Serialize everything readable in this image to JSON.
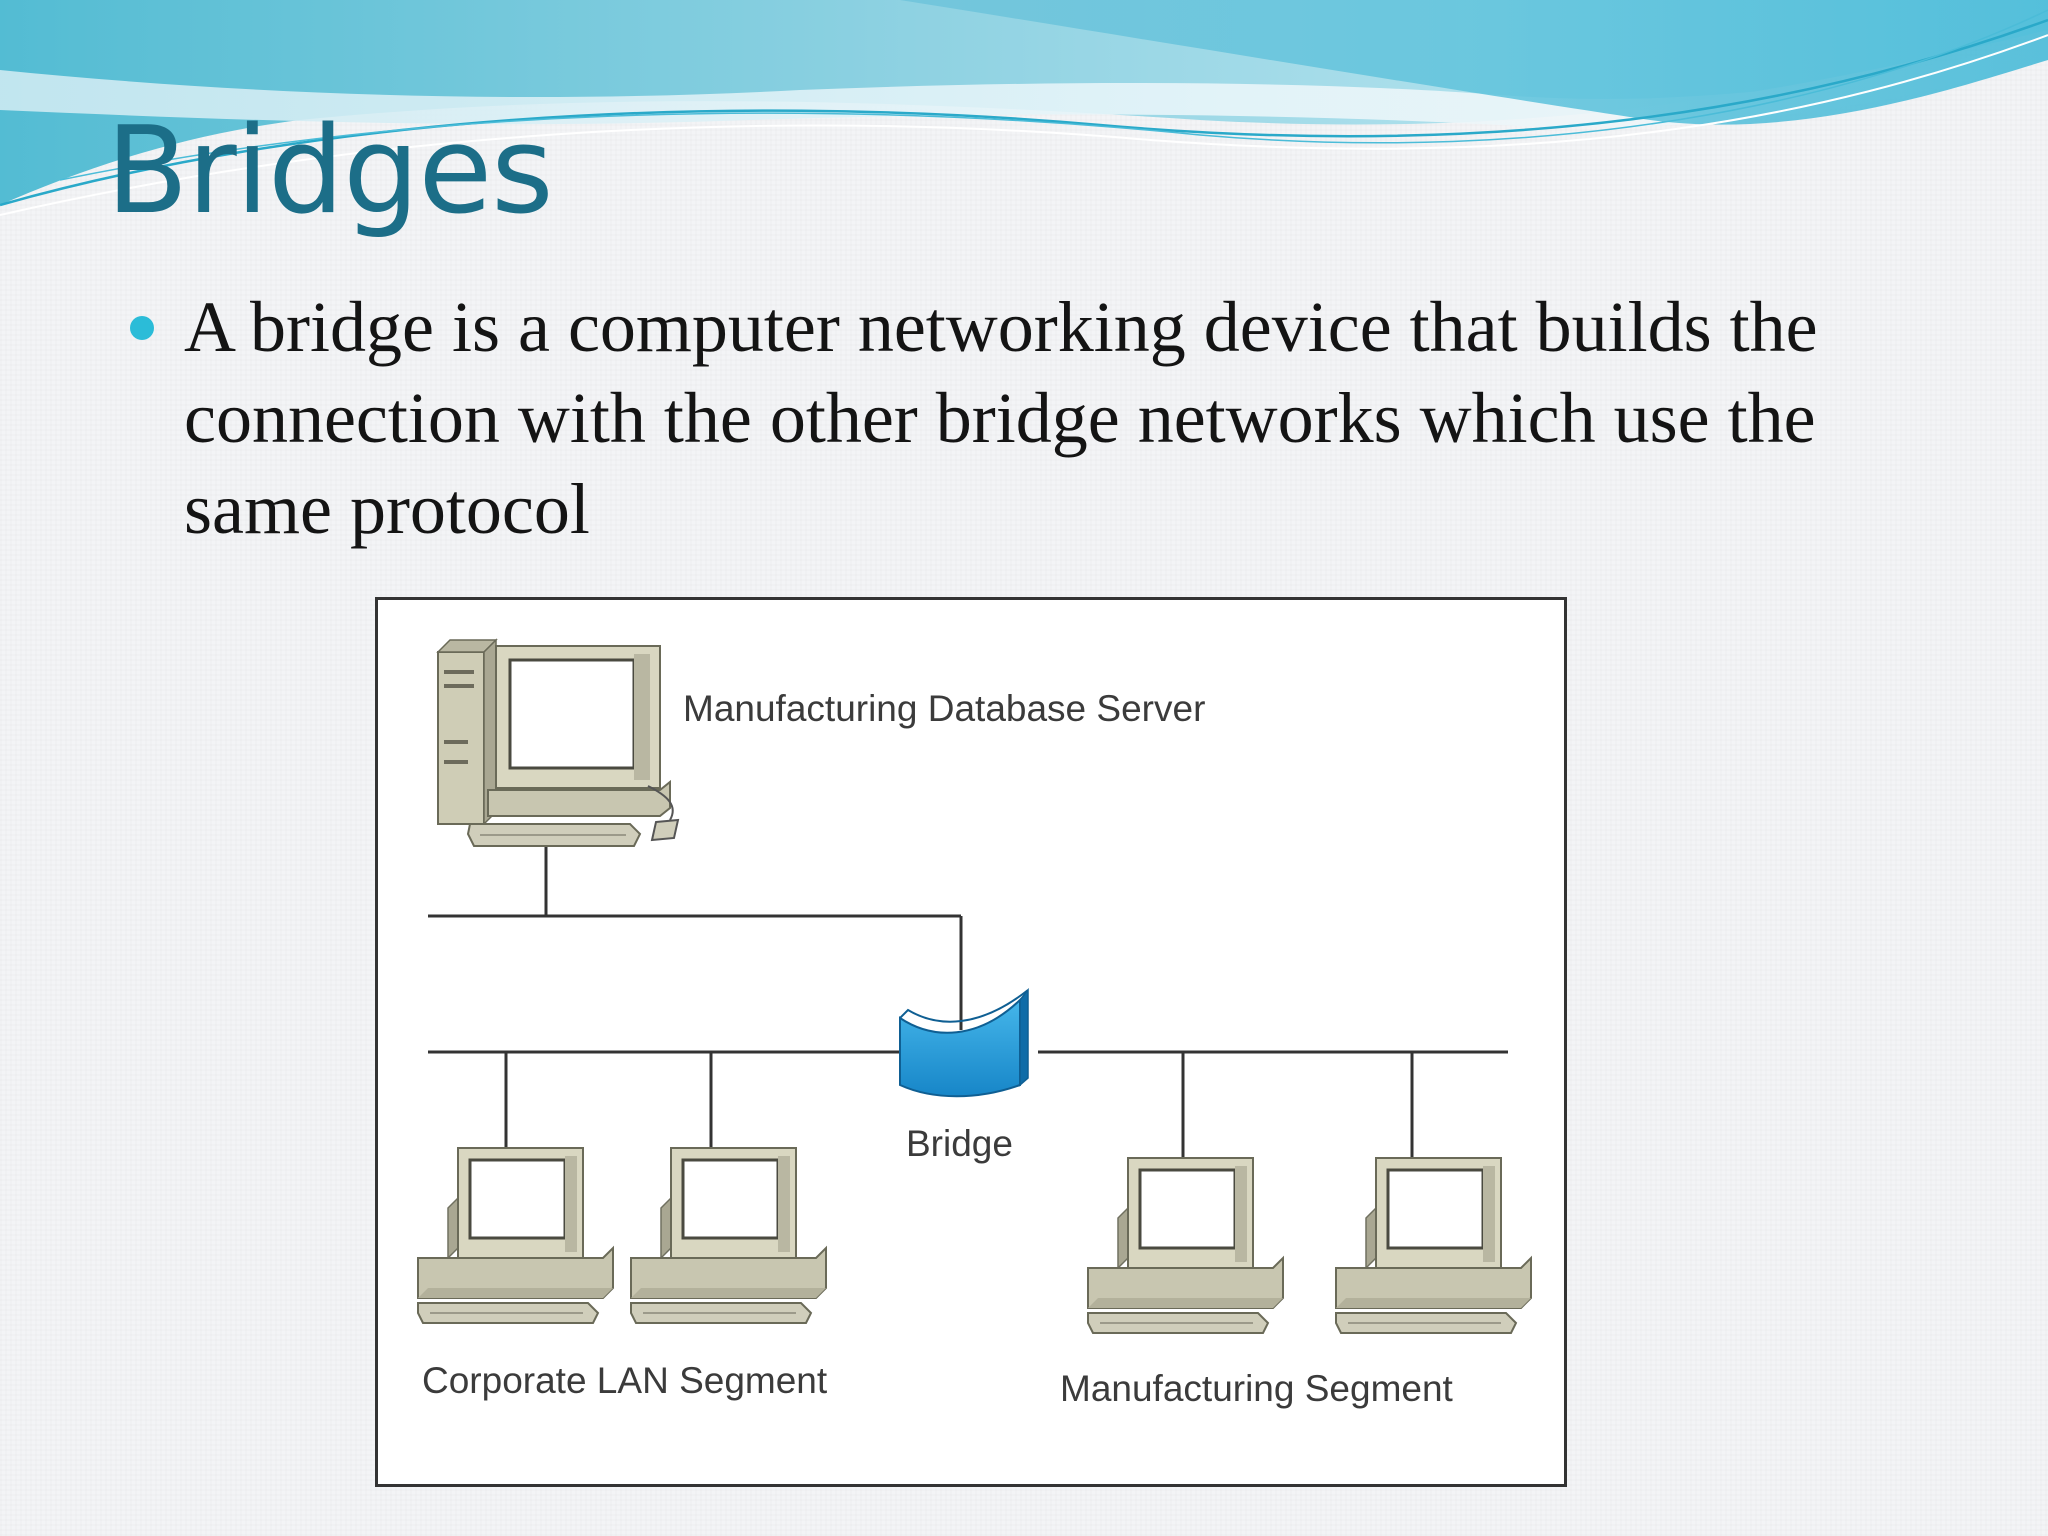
{
  "slide": {
    "title": "Bridges",
    "bullets": [
      "A bridge is a computer networking device that builds the connection with the other bridge networks which use the same protocol"
    ]
  },
  "diagram": {
    "labels": {
      "server": "Manufacturing Database Server",
      "bridge": "Bridge",
      "corporate_segment": "Corporate LAN Segment",
      "manufacturing_segment": "Manufacturing Segment"
    }
  },
  "colors": {
    "title": "#1c6e88",
    "bullet": "#2bbcd8",
    "bridge": "#1a9ad6",
    "computer": "#d9d7c1"
  }
}
